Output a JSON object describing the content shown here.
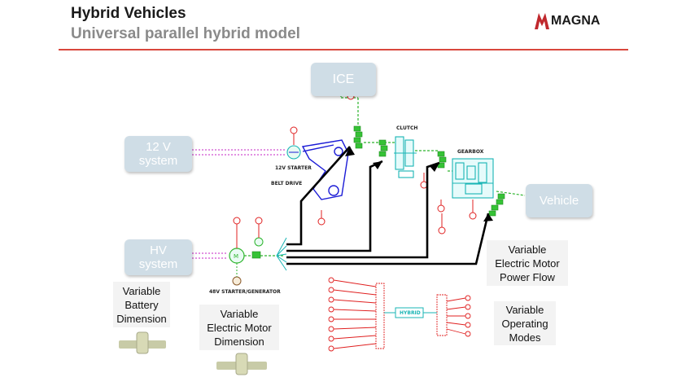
{
  "header": {
    "title": "Hybrid Vehicles",
    "subtitle": "Universal parallel hybrid model",
    "logo_text": "MAGNA"
  },
  "nodes": {
    "ice": "ICE",
    "vehicle": "Vehicle",
    "battery_12v": "12 V\nsystem",
    "battery_hv": "HV\nsystem"
  },
  "component_labels": {
    "clutch": "CLUTCH",
    "gearbox": "GEARBOX",
    "starter_12v": "12V STARTER",
    "belt_drive": "BELT DRIVE",
    "starter_generator_48v": "48V STARTER/GENERATOR",
    "hybrid": "HYBRID"
  },
  "notes": {
    "battery_dimension": "Variable\nBattery\nDimension",
    "motor_dimension": "Variable\nElectric Motor\nDimension",
    "motor_power_flow": "Variable\nElectric Motor\nPower Flow",
    "operating_modes": "Variable\nOperating\nModes"
  },
  "colors": {
    "box_fill": "#cfdde6",
    "rule": "#d9473d",
    "green": "#2db52d",
    "magenta": "#d14fd1",
    "teal": "#19b5b5",
    "blue": "#1b1bd6",
    "red": "#e02020",
    "slider": "#c8cba7"
  }
}
